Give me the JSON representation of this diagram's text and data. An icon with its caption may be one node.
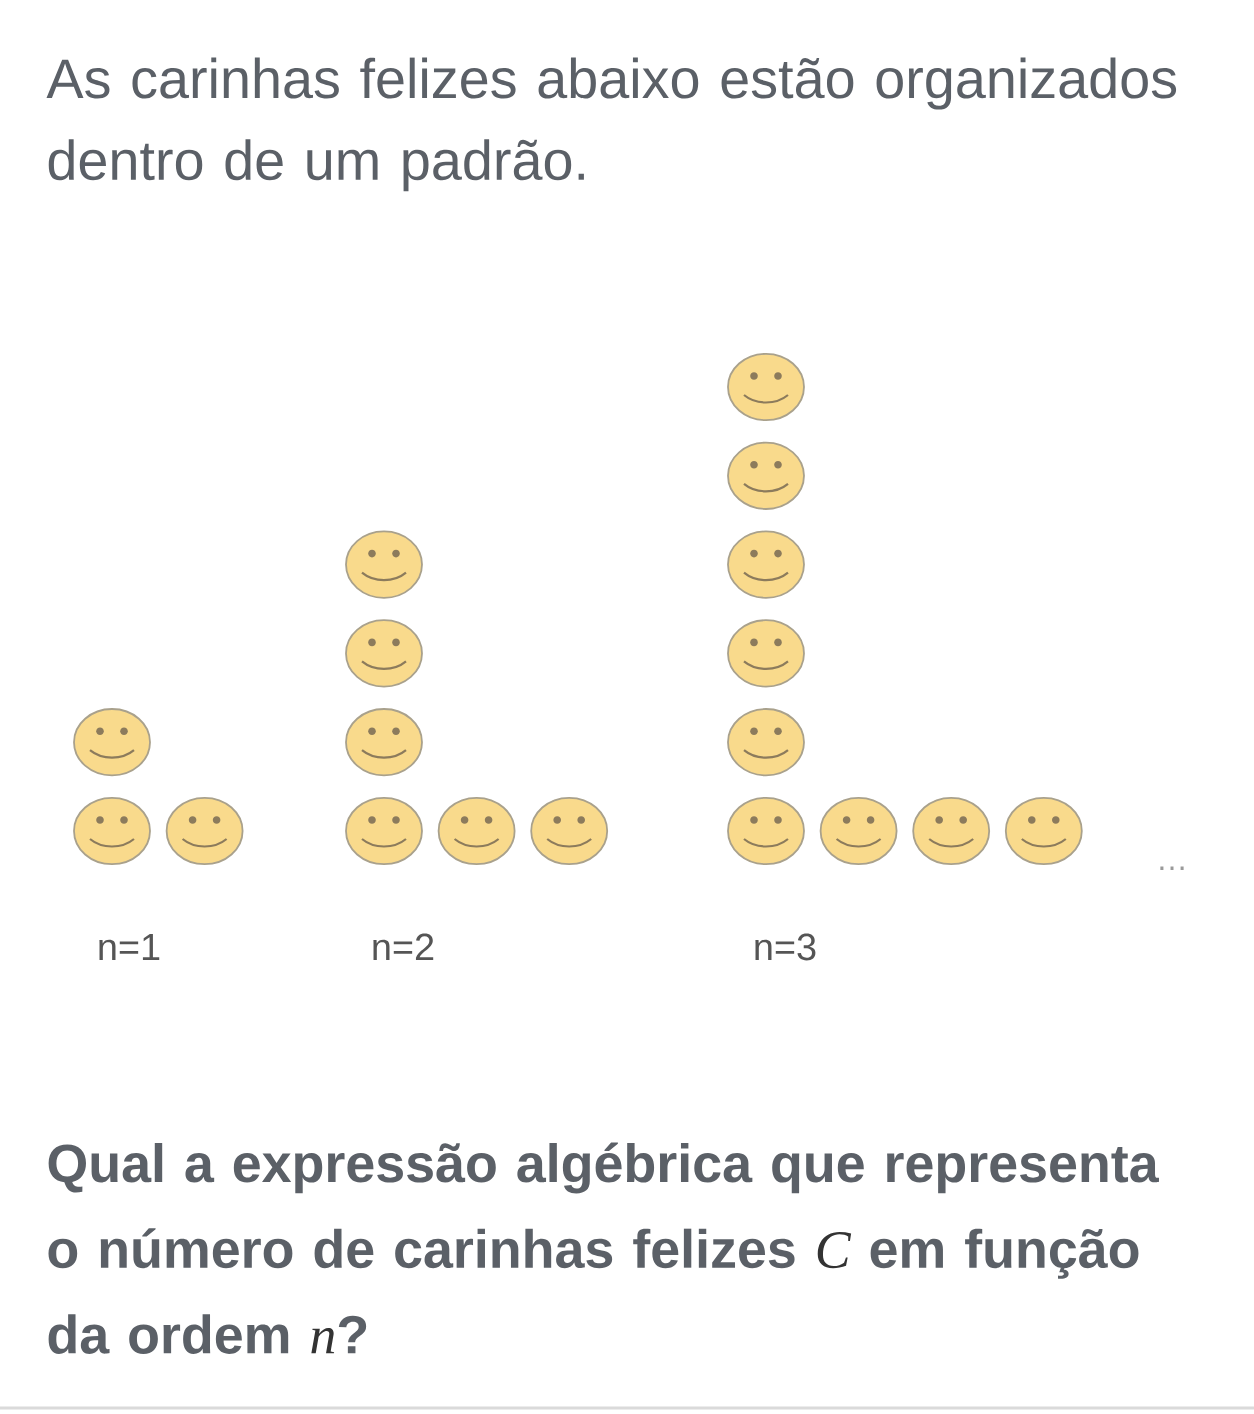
{
  "diagram": {
    "labels": [
      "As carinhas felizes abaixo estão organizados dentro de um padrão.",
      "n=1",
      "n=2",
      "n=3",
      "…",
      "Qual a expressão algébrica que representa o número de carinhas felizes *C* em função da ordem *n*?"
    ]
  }
}
